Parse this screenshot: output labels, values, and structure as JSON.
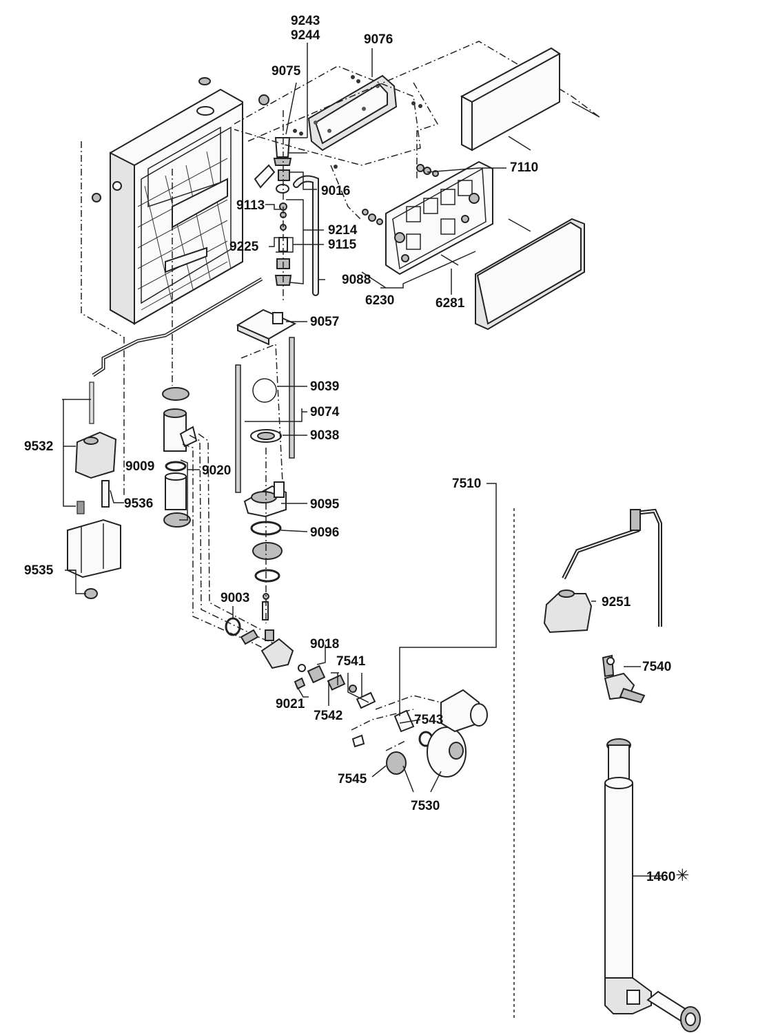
{
  "labels": {
    "l9243": "9243",
    "l9244": "9244",
    "l9076": "9076",
    "l9075": "9075",
    "l7110": "7110",
    "l9016": "9016",
    "l9113": "9113",
    "l9214": "9214",
    "l9225": "9225",
    "l9115": "9115",
    "l9088": "9088",
    "l6230": "6230",
    "l6281": "6281",
    "l9057": "9057",
    "l9039": "9039",
    "l9074": "9074",
    "l9038": "9038",
    "l9532": "9532",
    "l9009": "9009",
    "l9020": "9020",
    "l7510": "7510",
    "l9536": "9536",
    "l9095": "9095",
    "l9096": "9096",
    "l9535": "9535",
    "l9003": "9003",
    "l9251": "9251",
    "l9018": "9018",
    "l7541": "7541",
    "l7540": "7540",
    "l9021": "9021",
    "l7542": "7542",
    "l7543": "7543",
    "l7545": "7545",
    "l7530": "7530",
    "l1460": "1460"
  },
  "star_symbol": "✳"
}
